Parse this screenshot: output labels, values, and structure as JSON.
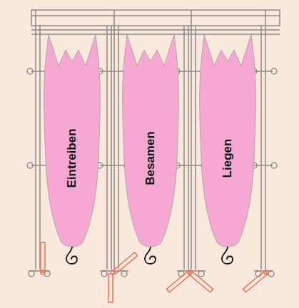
{
  "diagram": {
    "nodes": [
      {
        "text": [
          "Eintreiben"
        ]
      },
      {
        "text": [
          "Besamen"
        ]
      },
      {
        "text": [
          "Liegen"
        ]
      }
    ]
  }
}
